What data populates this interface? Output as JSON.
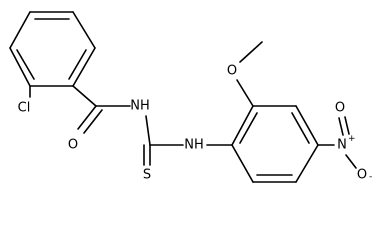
{
  "diagram": {
    "type": "chemical-structure",
    "atom_labels": {
      "chlorine": "Cl",
      "carbonyl_oxygen": "O",
      "amide_nh": "NH",
      "thioamide_nh": "NH",
      "sulfur": "S",
      "methoxy_oxygen": "O",
      "nitro_nitrogen": "N",
      "nitro_nitrogen_charge": "+",
      "nitro_oxygen_double": "O",
      "nitro_oxygen_single": "O",
      "nitro_oxygen_charge": "-"
    }
  }
}
